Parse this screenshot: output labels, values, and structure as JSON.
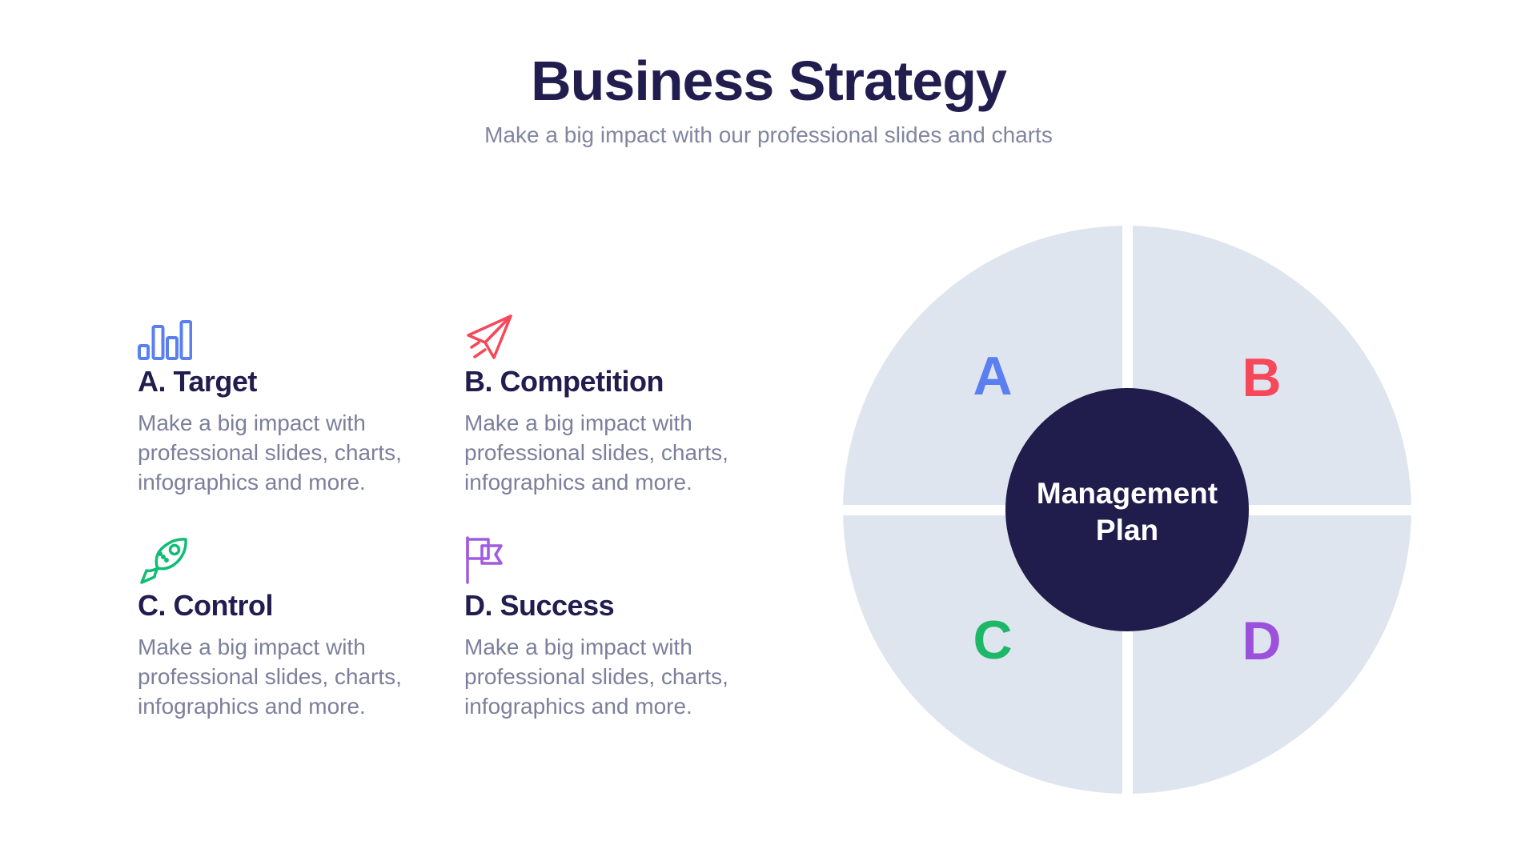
{
  "header": {
    "title": "Business Strategy",
    "subtitle": "Make a big impact with our professional slides and charts"
  },
  "features": [
    {
      "heading": "A. Target",
      "icon": "bar-chart-icon",
      "icon_color": "#5A7FF0",
      "body": [
        "Make a big impact with",
        "professional slides, charts,",
        "infographics and more."
      ]
    },
    {
      "heading": "B. Competition",
      "icon": "paper-plane-icon",
      "icon_color": "#F6485A",
      "body": [
        "Make a big impact with",
        "professional slides, charts,",
        "infographics and more."
      ]
    },
    {
      "heading": "C. Control",
      "icon": "rocket-icon",
      "icon_color": "#10BD74",
      "body": [
        "Make a big impact with",
        "professional slides, charts,",
        "infographics and more."
      ]
    },
    {
      "heading": "D. Success",
      "icon": "flag-icon",
      "icon_color": "#A05BE2",
      "body": [
        "Make a big impact with",
        "professional slides, charts,",
        "infographics and more."
      ]
    }
  ],
  "diagram": {
    "quadrant_fill": "#DFE5EE",
    "center_fill": "#201C4B",
    "center_lines": [
      "Management",
      "Plan"
    ],
    "quadrants": [
      {
        "letter": "A",
        "color": "#5A7FF0"
      },
      {
        "letter": "B",
        "color": "#F6485A"
      },
      {
        "letter": "C",
        "color": "#1CB767"
      },
      {
        "letter": "D",
        "color": "#9B51DB"
      }
    ]
  }
}
